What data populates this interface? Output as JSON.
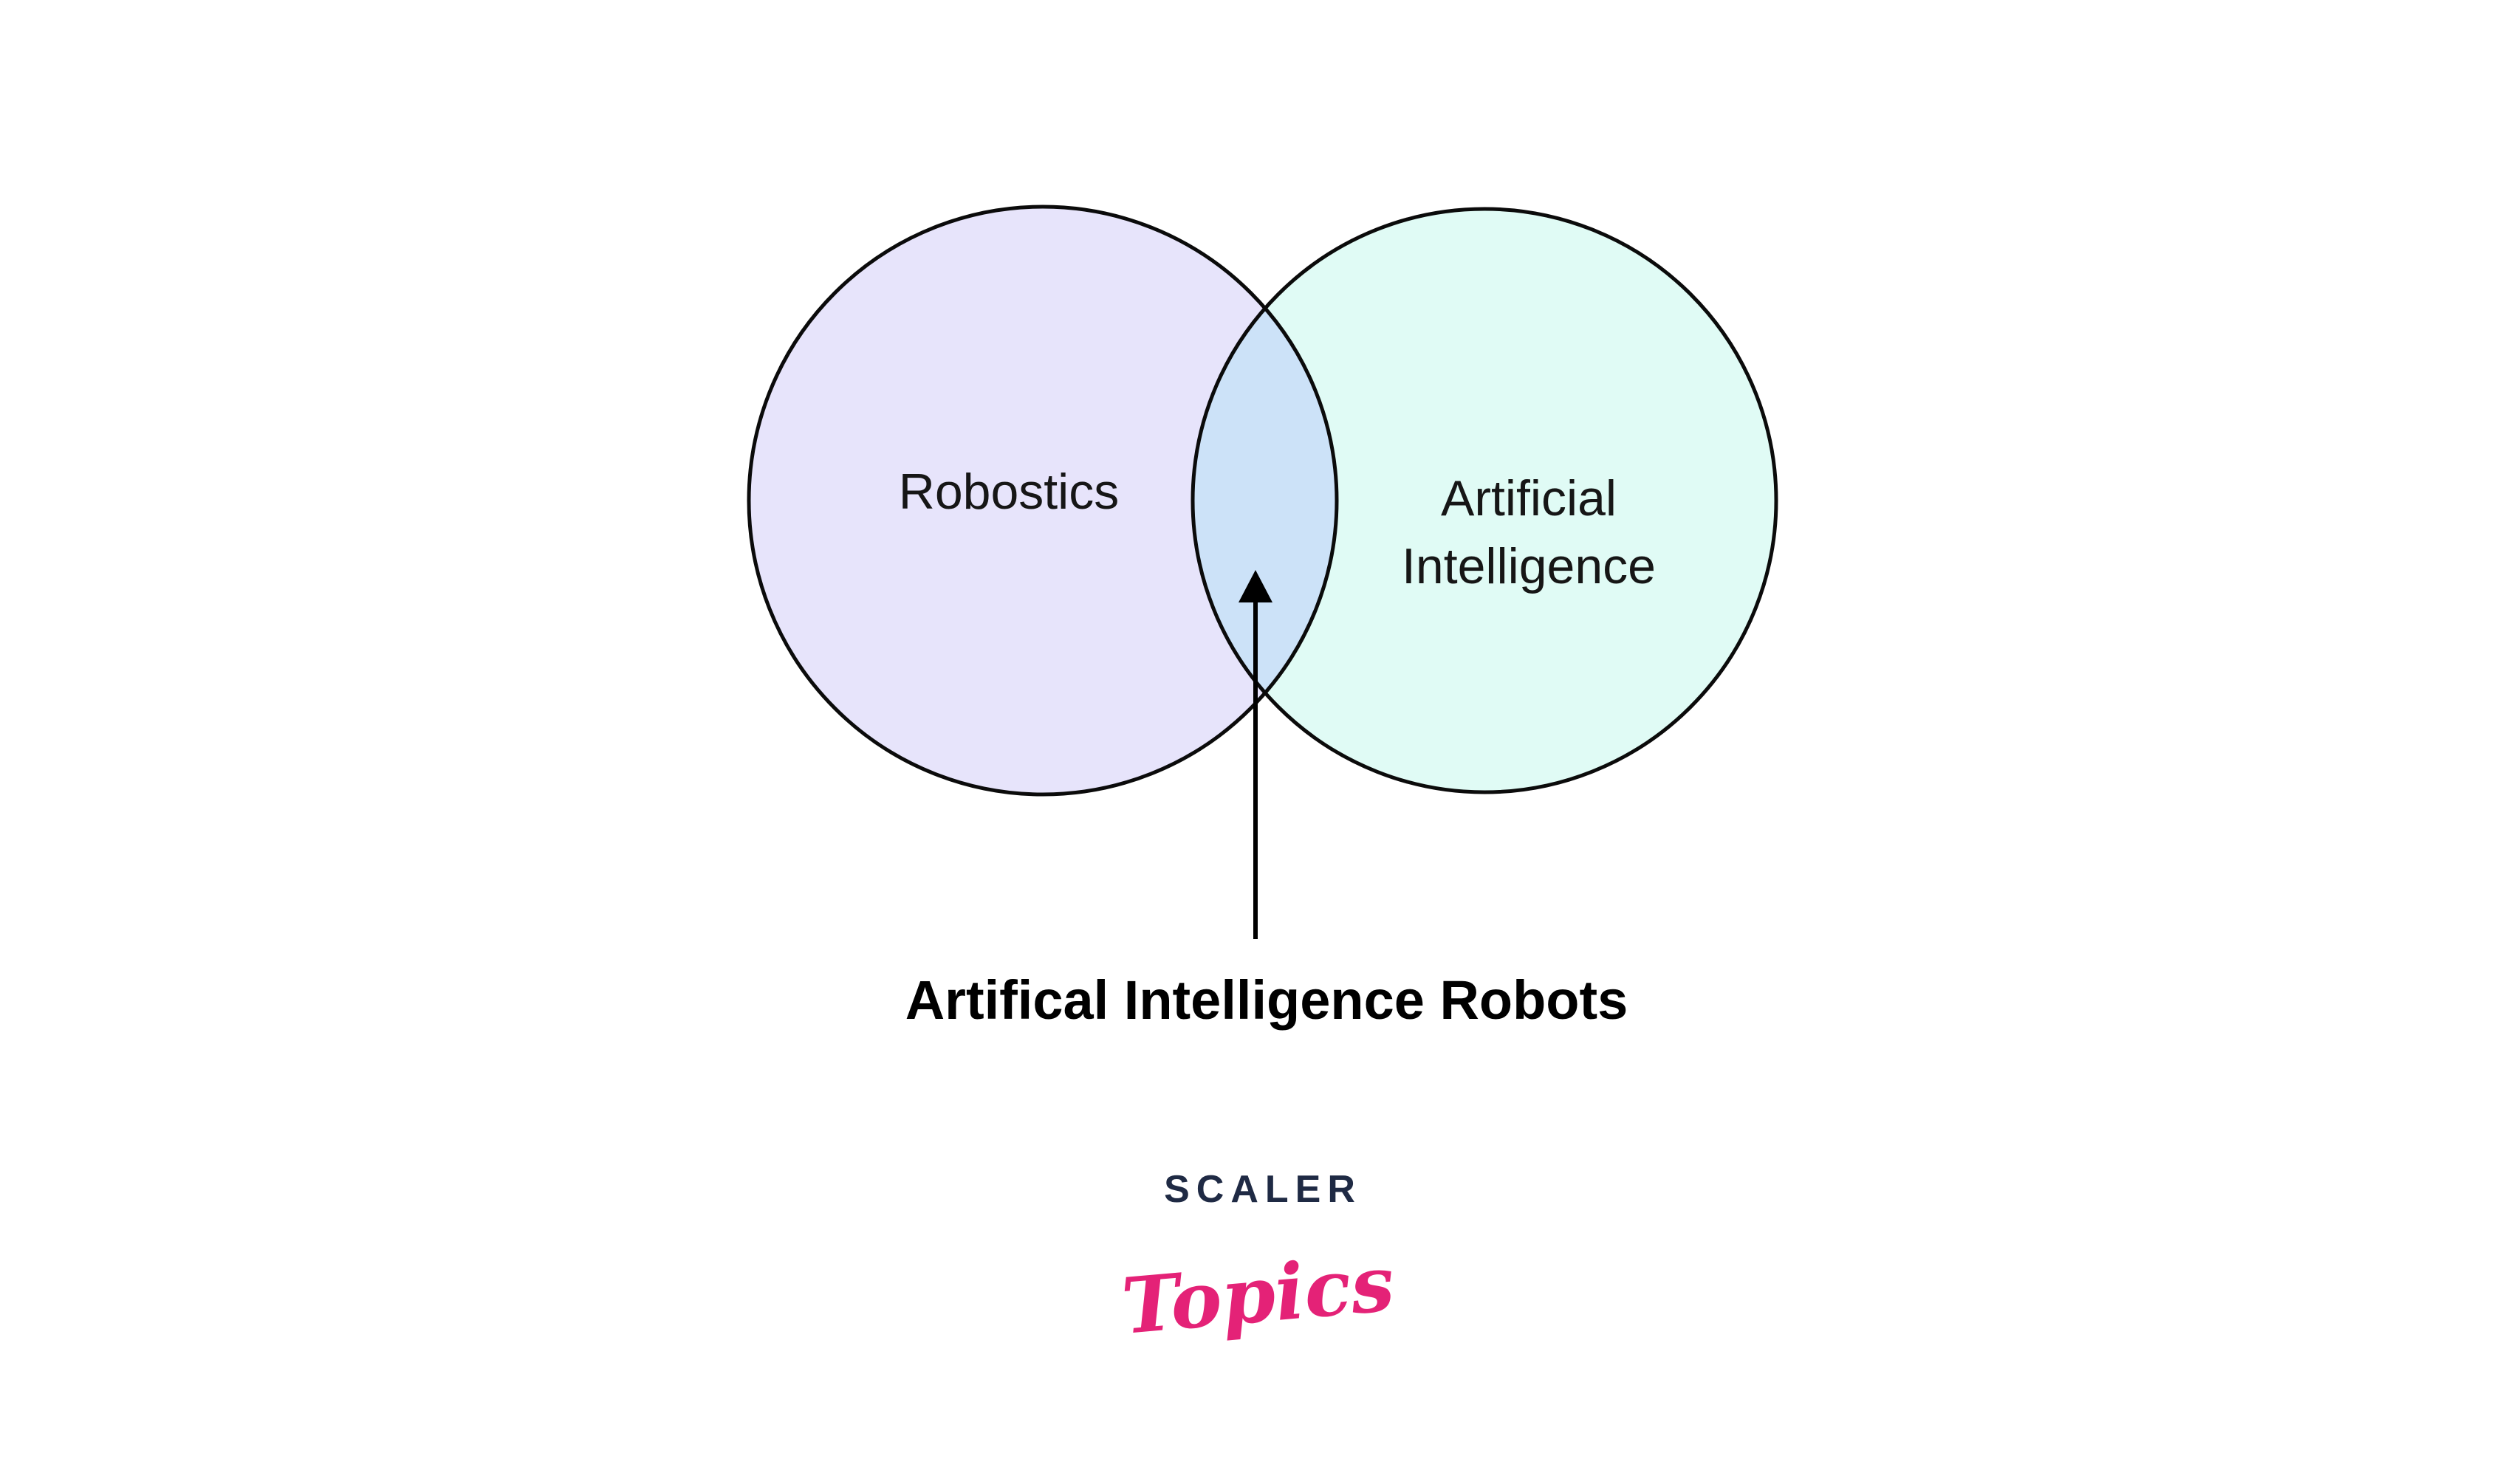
{
  "page": {
    "background": "#ffffff"
  },
  "diagram": {
    "type": "venn-2",
    "stroke_color": "#0b0b0b",
    "label_color": "#161616",
    "left": {
      "label": "Robostics",
      "fill": "#e7e4fb"
    },
    "right": {
      "label_line1": "Artificial",
      "label_line2": "Intelligence",
      "fill": "#e0fbf5"
    },
    "overlap": {
      "fill": "#cce2f8"
    },
    "arrow": {
      "color": "#000000",
      "points_to": "overlap-region"
    },
    "caption": {
      "text": "Artifical Intelligence Robots",
      "color": "#000000"
    }
  },
  "logo": {
    "scaler": {
      "text": "SCALER",
      "color": "#1f2a44"
    },
    "topics": {
      "text": "Topics",
      "color": "#e42277"
    }
  }
}
